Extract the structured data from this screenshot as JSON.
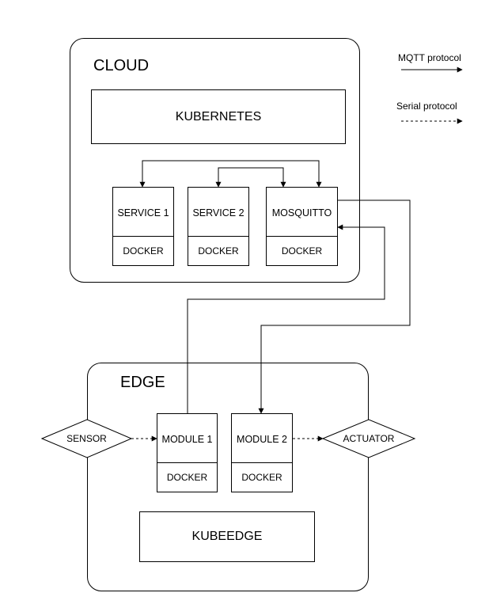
{
  "legend": {
    "mqtt_label": "MQTT protocol",
    "serial_label": "Serial protocol"
  },
  "cloud": {
    "title": "CLOUD",
    "orchestrator": "KUBERNETES",
    "containers": [
      {
        "name": "SERVICE 1",
        "runtime": "DOCKER"
      },
      {
        "name": "SERVICE 2",
        "runtime": "DOCKER"
      },
      {
        "name": "MOSQUITTO",
        "runtime": "DOCKER"
      }
    ]
  },
  "edge": {
    "title": "EDGE",
    "orchestrator": "KUBEEDGE",
    "containers": [
      {
        "name": "MODULE 1",
        "runtime": "DOCKER"
      },
      {
        "name": "MODULE 2",
        "runtime": "DOCKER"
      }
    ],
    "sensor": "SENSOR",
    "actuator": "ACTUATOR"
  }
}
